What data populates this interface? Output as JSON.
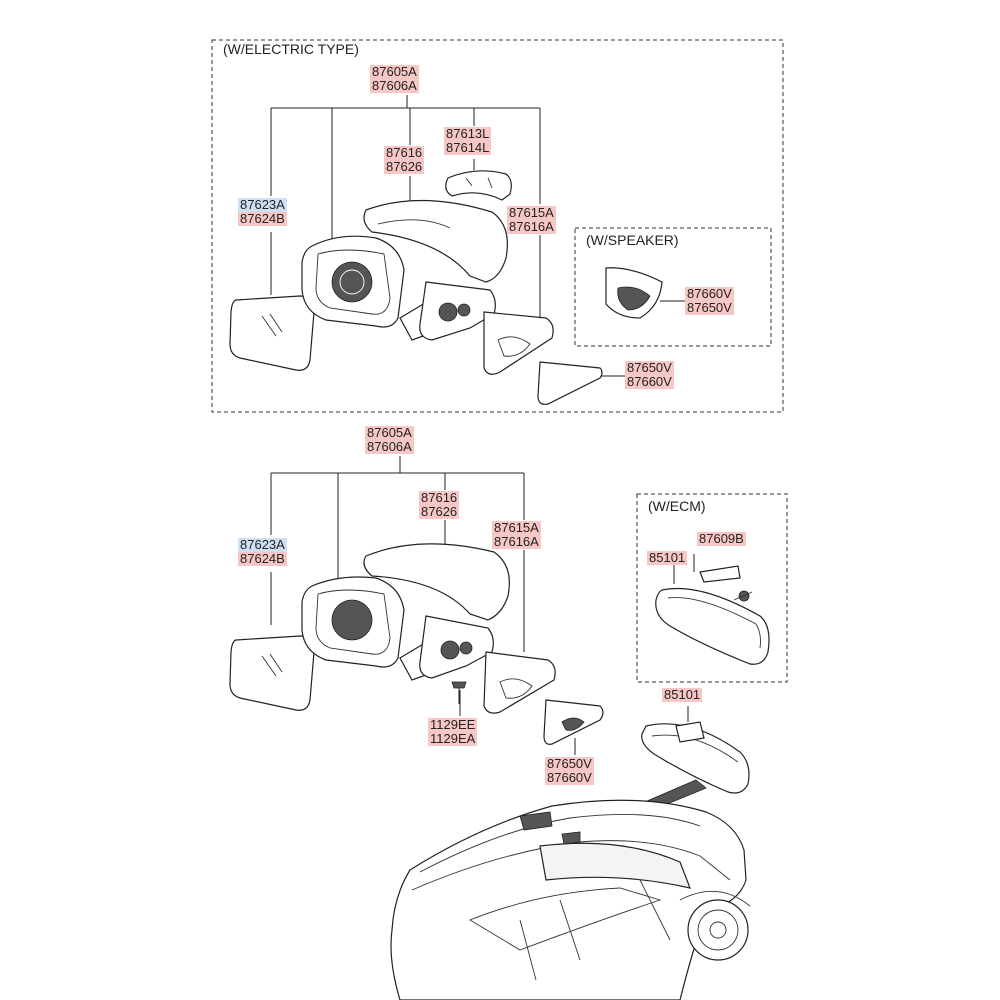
{
  "sections": {
    "electric_type": "(W/ELECTRIC TYPE)",
    "speaker": "(W/SPEAKER)",
    "ecm": "(W/ECM)"
  },
  "labels": {
    "top_assembly": [
      "87605A",
      "87606A"
    ],
    "top_cover": [
      "87613L",
      "87614L"
    ],
    "top_housing": [
      "87616",
      "87626"
    ],
    "top_glass": [
      "87623A",
      "87624B"
    ],
    "top_cap": [
      "87615A",
      "87616A"
    ],
    "top_speaker": [
      "87660V",
      "87650V"
    ],
    "top_garnish": [
      "87650V",
      "87660V"
    ],
    "mid_assembly": [
      "87605A",
      "87606A"
    ],
    "mid_housing": [
      "87616",
      "87626"
    ],
    "mid_cap": [
      "87615A",
      "87616A"
    ],
    "mid_glass": [
      "87623A",
      "87624B"
    ],
    "mid_screw": [
      "1129EE",
      "1129EA"
    ],
    "mid_garnish": [
      "87650V",
      "87660V"
    ],
    "ecm_bracket": "87609B",
    "ecm_mirror": "85101",
    "inside_mirror": "85101"
  }
}
